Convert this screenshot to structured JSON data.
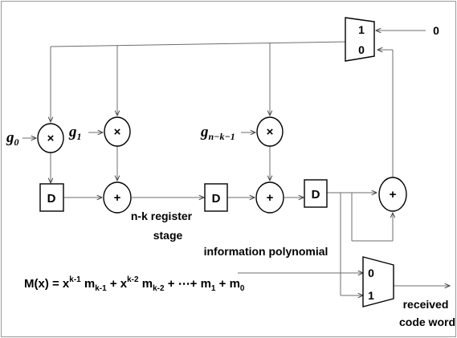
{
  "diagram": {
    "blocks": {
      "register_label": "D",
      "multiply_symbol": "×",
      "add_symbol": "+"
    },
    "coefficients": {
      "g0": {
        "base": "g",
        "sub": "0"
      },
      "g1": {
        "base": "g",
        "sub": "1"
      },
      "gnk1": {
        "base": "g",
        "sub": "n−k−1"
      }
    },
    "top_mux": {
      "input_1": "1",
      "input_0": "0",
      "constant_input": "0"
    },
    "bottom_mux": {
      "input_0": "0",
      "input_1": "1"
    },
    "labels": {
      "register_stage_line1": "n-k register",
      "register_stage_line2": "stage",
      "information_polynomial": "information polynomial",
      "output_line1": "received",
      "output_line2": "code word"
    },
    "message_polynomial": {
      "lhs": "M(x) = x",
      "e1": "k-1",
      "t1": " m",
      "s1": "k-1",
      "t2": " + x",
      "e2": "k-2",
      "t3": " m",
      "s2": "k-2",
      "t4": " + ⋯+ m",
      "s3": "1",
      "t5": " + m",
      "s4": "0"
    }
  }
}
